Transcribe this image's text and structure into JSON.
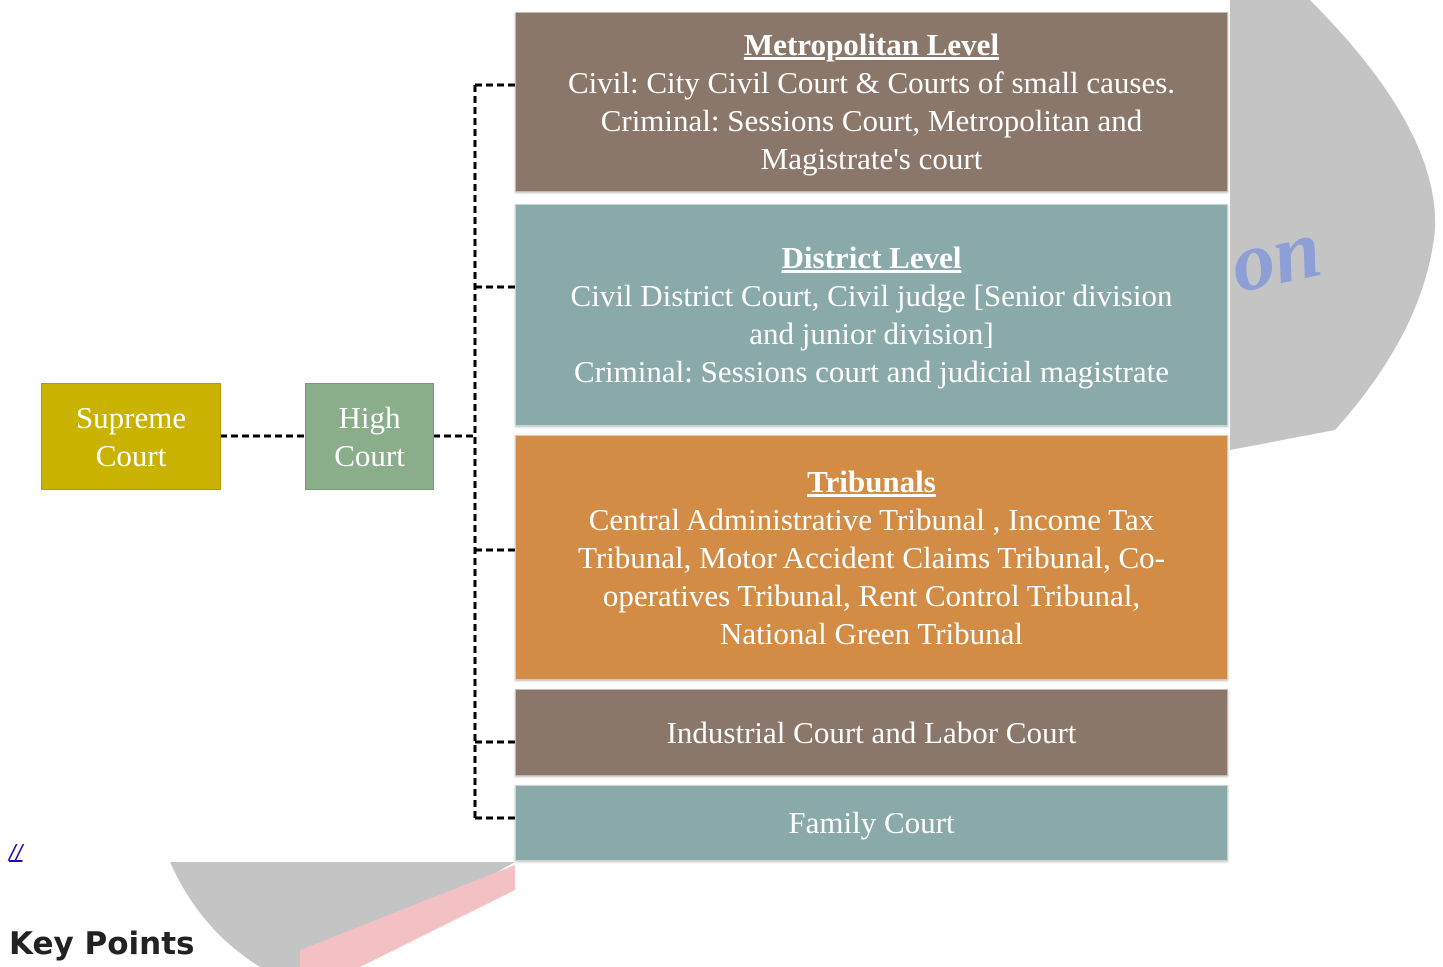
{
  "colors": {
    "supreme": "#c9b200",
    "high": "#8aae8a",
    "brown": "#8b776a",
    "teal": "#89aaa9",
    "orange": "#d28c46",
    "watermark_gray": "#c3c3c3",
    "watermark_pink": "#f3c0c4"
  },
  "diagram": {
    "supreme_court": {
      "line1": "Supreme",
      "line2": "Court"
    },
    "high_court": {
      "line1": "High",
      "line2": "Court"
    },
    "metropolitan": {
      "title": "Metropolitan Level",
      "lines": [
        "Civil: City Civil Court & Courts of small causes.",
        "Criminal: Sessions Court, Metropolitan and",
        "Magistrate's court"
      ]
    },
    "district": {
      "title": "District Level",
      "lines": [
        "Civil  District Court, Civil judge [Senior division",
        "and junior division]",
        "Criminal: Sessions court and judicial magistrate"
      ]
    },
    "tribunals": {
      "title": "Tribunals",
      "lines": [
        "Central Administrative Tribunal ,  Income Tax",
        "Tribunal, Motor Accident Claims Tribunal,  Co-",
        "operatives  Tribunal,  Rent Control Tribunal,",
        "National Green Tribunal"
      ]
    },
    "industrial": {
      "label": "Industrial Court and Labor Court"
    },
    "family": {
      "label": "Family Court"
    },
    "watermark_text": "on"
  },
  "footnote_link": "//",
  "key_points_heading": "Key Points"
}
